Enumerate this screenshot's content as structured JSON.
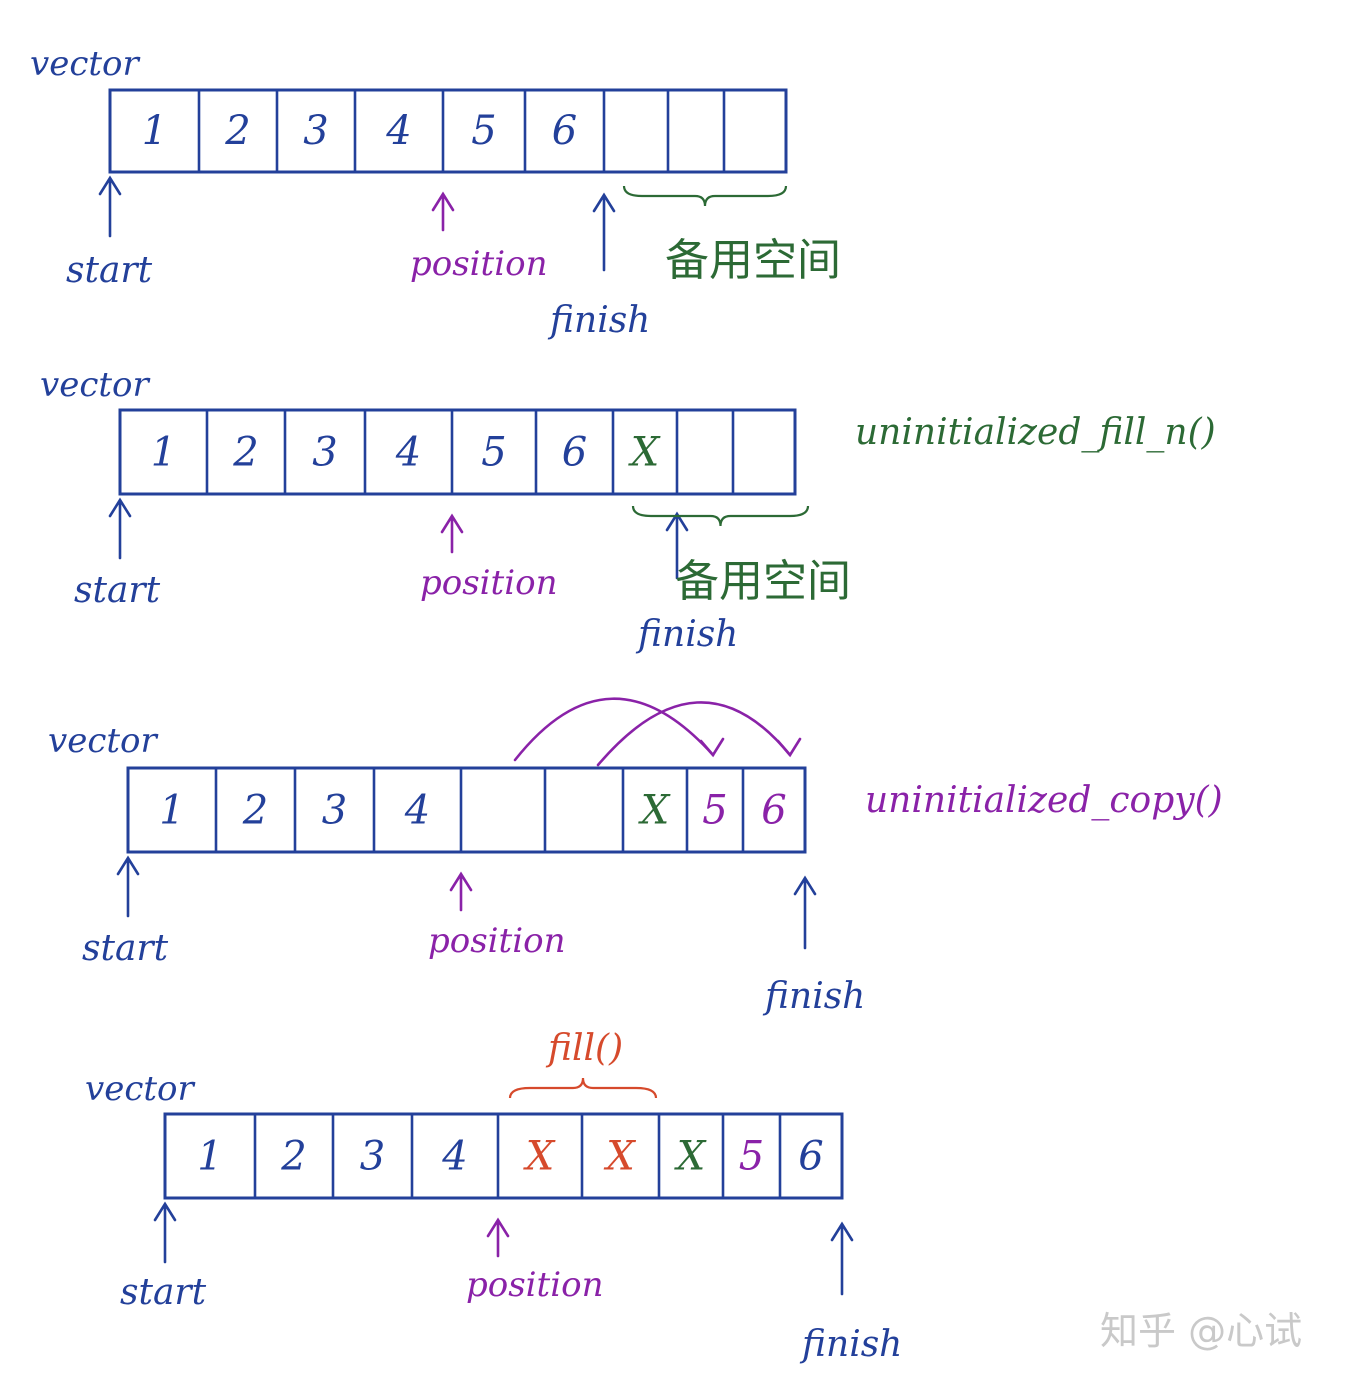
{
  "diagrams": [
    {
      "vector_label": "vector",
      "cells": [
        {
          "text": "1",
          "color": "#23409a"
        },
        {
          "text": "2",
          "color": "#23409a"
        },
        {
          "text": "3",
          "color": "#23409a"
        },
        {
          "text": "4",
          "color": "#23409a"
        },
        {
          "text": "5",
          "color": "#23409a"
        },
        {
          "text": "6",
          "color": "#23409a"
        },
        {
          "text": "",
          "color": "#23409a"
        },
        {
          "text": "",
          "color": "#23409a"
        },
        {
          "text": "",
          "color": "#23409a"
        }
      ],
      "start_label": "start",
      "position_label": "position",
      "finish_label": "finish",
      "spare_label": "备用空间",
      "operation": ""
    },
    {
      "vector_label": "vector",
      "cells": [
        {
          "text": "1",
          "color": "#23409a"
        },
        {
          "text": "2",
          "color": "#23409a"
        },
        {
          "text": "3",
          "color": "#23409a"
        },
        {
          "text": "4",
          "color": "#23409a"
        },
        {
          "text": "5",
          "color": "#23409a"
        },
        {
          "text": "6",
          "color": "#23409a"
        },
        {
          "text": "X",
          "color": "#2c6a35"
        },
        {
          "text": "",
          "color": "#23409a"
        },
        {
          "text": "",
          "color": "#23409a"
        }
      ],
      "start_label": "start",
      "position_label": "position",
      "finish_label": "finish",
      "spare_label": "备用空间",
      "operation": "uninitialized_fill_n()"
    },
    {
      "vector_label": "vector",
      "cells": [
        {
          "text": "1",
          "color": "#23409a"
        },
        {
          "text": "2",
          "color": "#23409a"
        },
        {
          "text": "3",
          "color": "#23409a"
        },
        {
          "text": "4",
          "color": "#23409a"
        },
        {
          "text": "",
          "color": "#23409a"
        },
        {
          "text": "",
          "color": "#23409a"
        },
        {
          "text": "X",
          "color": "#2c6a35"
        },
        {
          "text": "5",
          "color": "#8a22a8"
        },
        {
          "text": "6",
          "color": "#8a22a8"
        }
      ],
      "start_label": "start",
      "position_label": "position",
      "finish_label": "finish",
      "spare_label": "",
      "operation": "uninitialized_copy()"
    },
    {
      "vector_label": "vector",
      "cells": [
        {
          "text": "1",
          "color": "#23409a"
        },
        {
          "text": "2",
          "color": "#23409a"
        },
        {
          "text": "3",
          "color": "#23409a"
        },
        {
          "text": "4",
          "color": "#23409a"
        },
        {
          "text": "X",
          "color": "#d64a2c"
        },
        {
          "text": "X",
          "color": "#d64a2c"
        },
        {
          "text": "X",
          "color": "#2c6a35"
        },
        {
          "text": "5",
          "color": "#8a22a8"
        },
        {
          "text": "6",
          "color": "#23409a"
        }
      ],
      "start_label": "start",
      "position_label": "position",
      "finish_label": "finish",
      "spare_label": "",
      "operation": "fill()"
    }
  ],
  "colors": {
    "blue": "#23409a",
    "purple": "#8a22a8",
    "green": "#2c6a35",
    "red": "#d64a2c"
  },
  "watermark": "知乎 @心试"
}
